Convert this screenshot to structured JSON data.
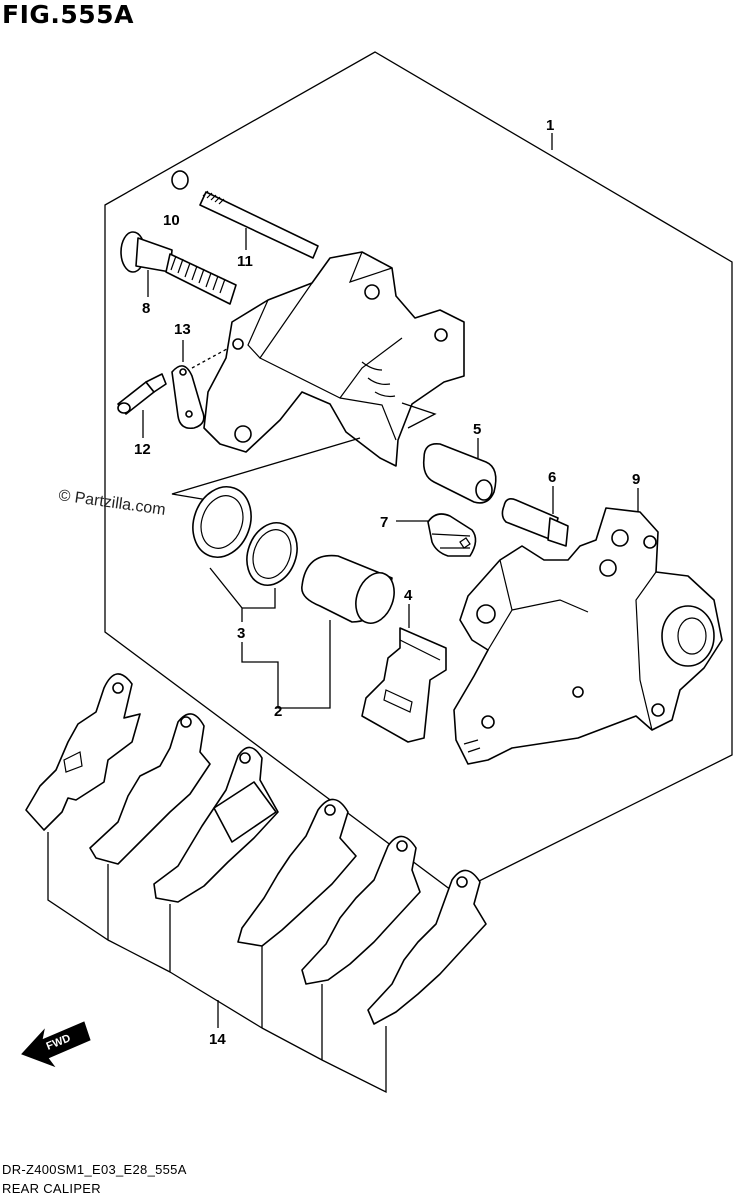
{
  "figure_title": "FIG.555A",
  "watermark": "© Partzilla.com",
  "direction_label": "FWD",
  "callouts": [
    "1",
    "2",
    "3",
    "4",
    "5",
    "6",
    "7",
    "8",
    "9",
    "10",
    "11",
    "12",
    "13",
    "14"
  ],
  "footer": {
    "model_code": "DR-Z400SM1_E03_E28_555A",
    "section_name": "REAR CALIPER"
  }
}
